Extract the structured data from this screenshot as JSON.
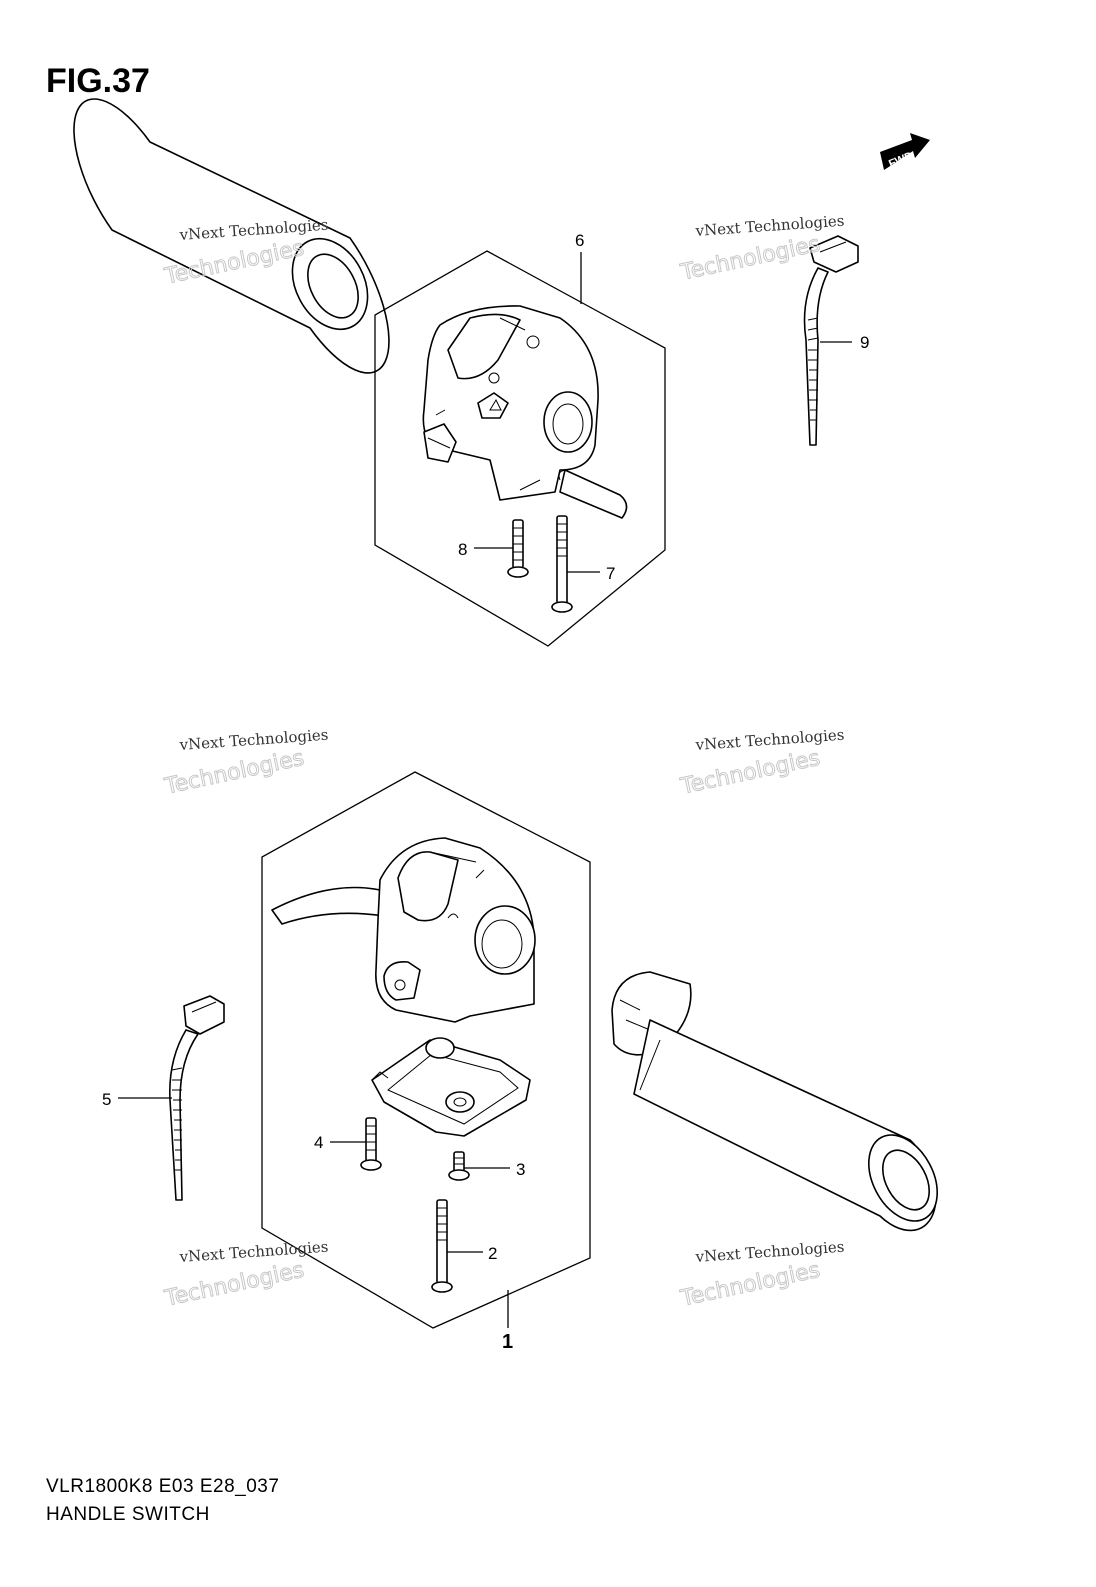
{
  "figure": {
    "title": "FIG.37"
  },
  "footer": {
    "model_code": "VLR1800K8 E03 E28_037",
    "caption": "HANDLE SWITCH"
  },
  "fwd_badge": {
    "label": "FWD"
  },
  "watermarks": [
    {
      "line1": "vNext Technologies",
      "line2": "Technologies"
    },
    {
      "line1": "vNext Technologies",
      "line2": "Technologies"
    },
    {
      "line1": "vNext Technologies",
      "line2": "Technologies"
    },
    {
      "line1": "vNext Technologies",
      "line2": "Technologies"
    },
    {
      "line1": "vNext Technologies",
      "line2": "Technologies"
    },
    {
      "line1": "vNext Technologies",
      "line2": "Technologies"
    }
  ],
  "callouts": {
    "c1": "1",
    "c2": "2",
    "c3": "3",
    "c4": "4",
    "c5": "5",
    "c6": "6",
    "c7": "7",
    "c8": "8",
    "c9": "9"
  }
}
